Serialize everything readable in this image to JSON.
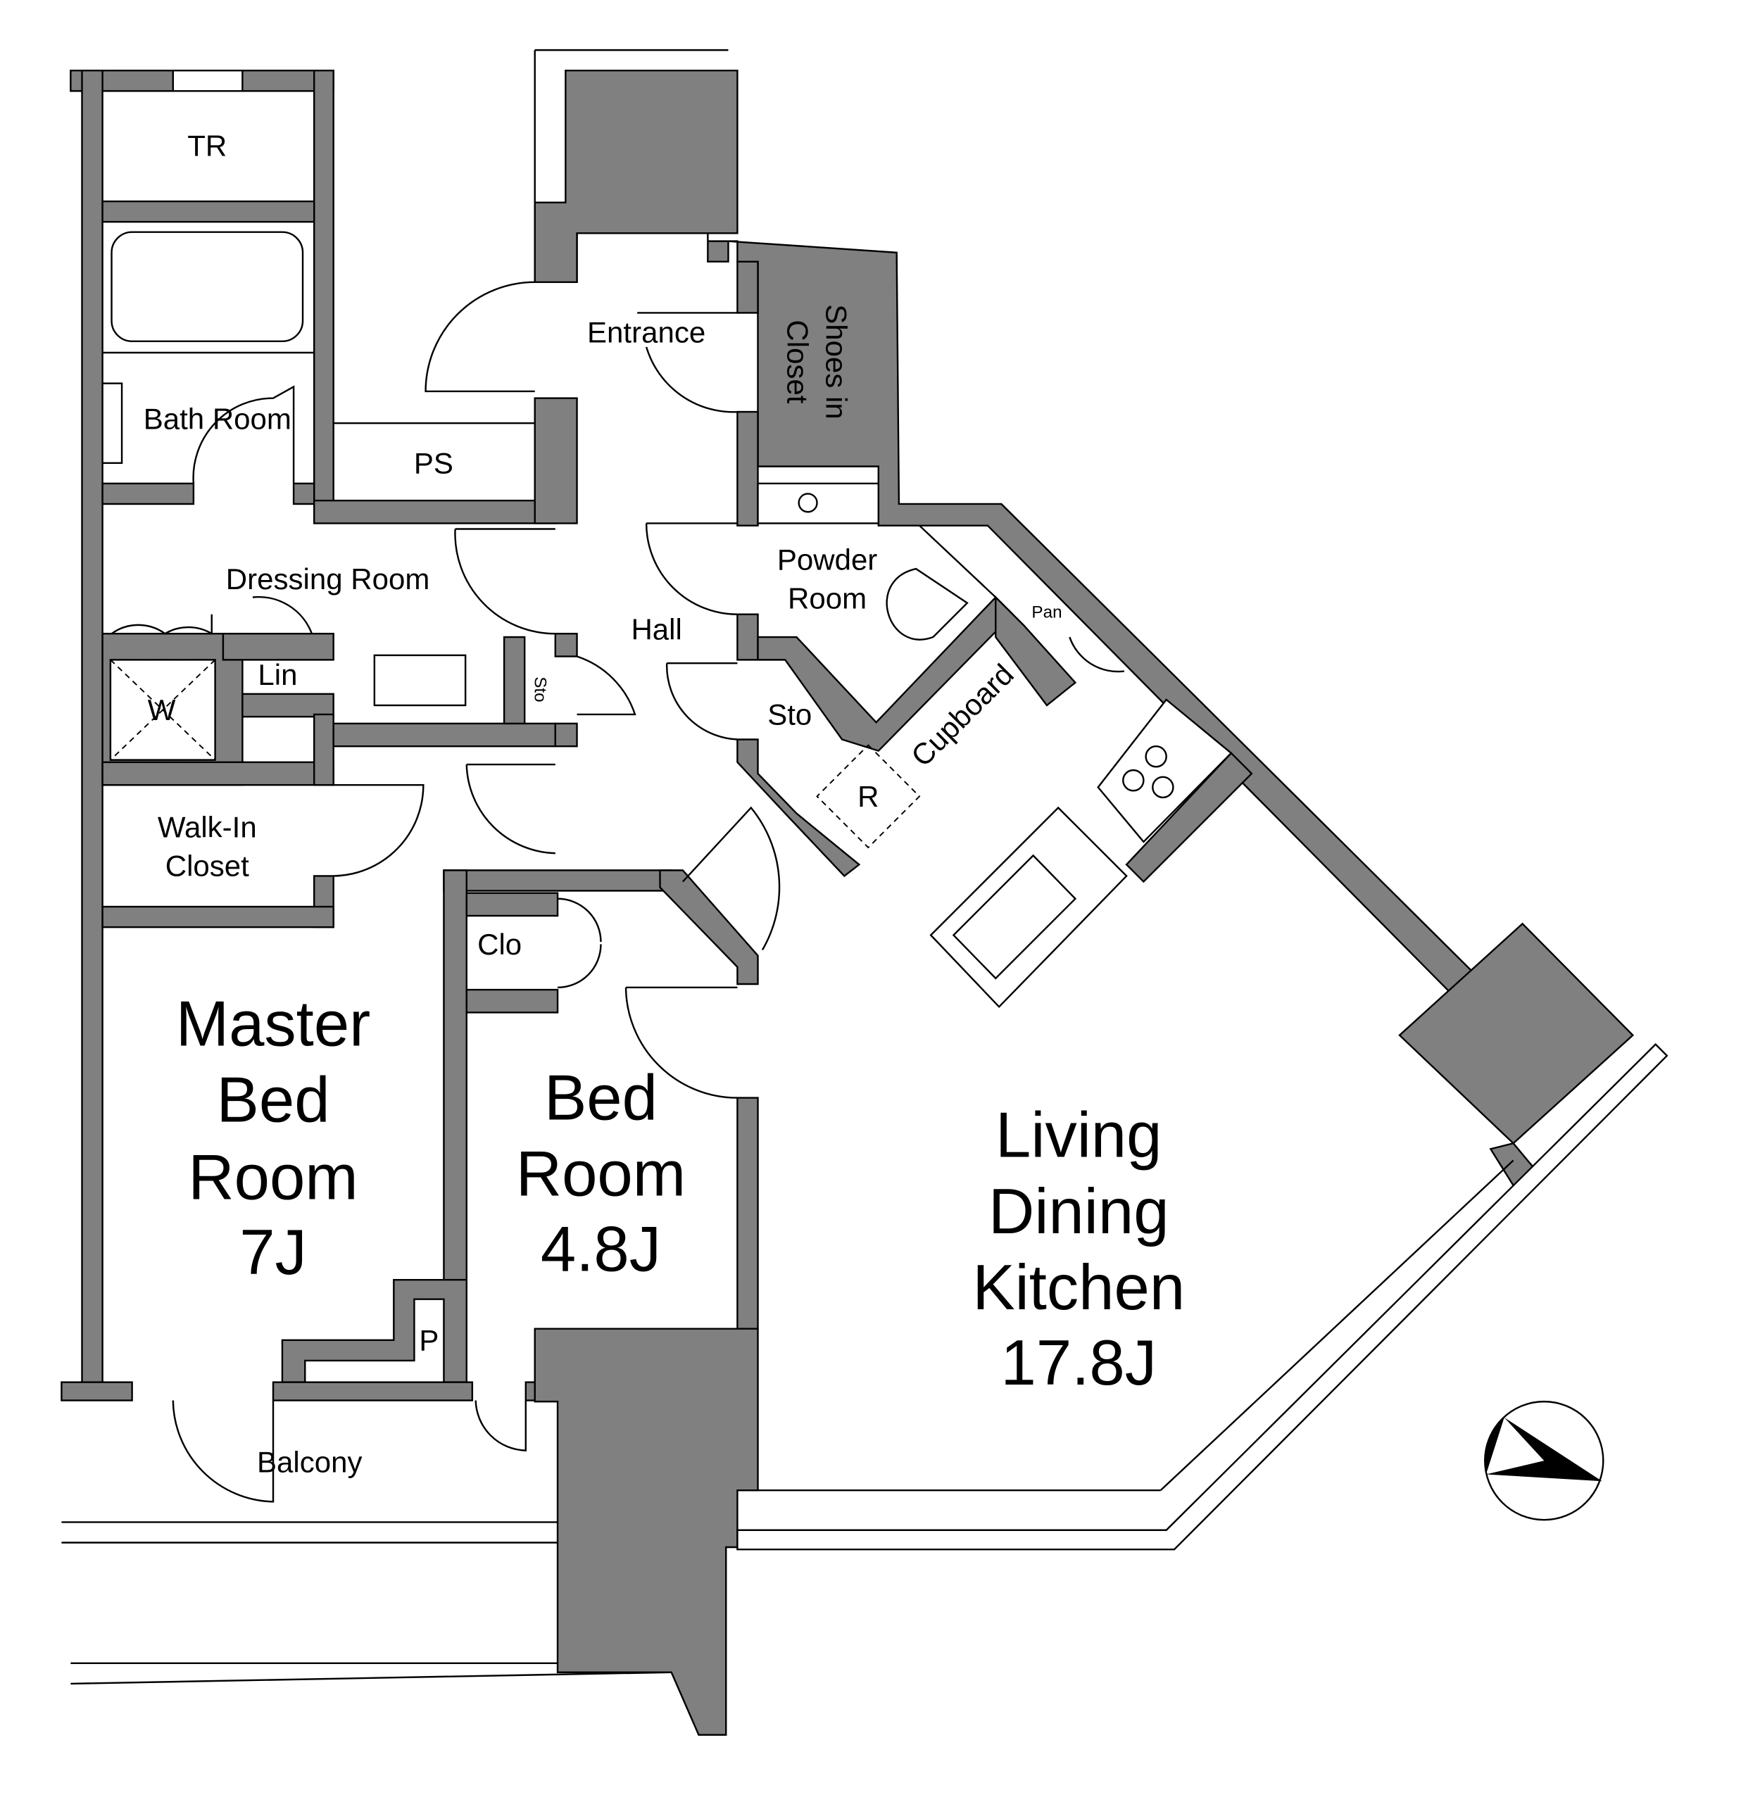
{
  "colors": {
    "wall": "#808080",
    "line": "#000000",
    "background": "#ffffff"
  },
  "rooms": {
    "tr": "TR",
    "bath": "Bath Room",
    "ps": "PS",
    "entrance": "Entrance",
    "shoes_closet": [
      "Shoes in",
      "Closet"
    ],
    "powder": [
      "Powder",
      "Room"
    ],
    "dressing": "Dressing Room",
    "hall": "Hall",
    "lin": "Lin",
    "washer": "W",
    "sto_small": "Sto",
    "sto": "Sto",
    "cupboard": "Cupboard",
    "pantry": "Pan",
    "refrigerator": "R",
    "walk_in_closet": [
      "Walk-In",
      "Closet"
    ],
    "clo": "Clo",
    "master_bed": [
      "Master",
      "Bed",
      "Room",
      "7J"
    ],
    "bed": [
      "Bed",
      "Room",
      "4.8J"
    ],
    "ldk": [
      "Living",
      "Dining",
      "Kitchen",
      "17.8J"
    ],
    "pipe": "P",
    "balcony": "Balcony"
  },
  "compass": {
    "icon": "north-compass-icon"
  }
}
